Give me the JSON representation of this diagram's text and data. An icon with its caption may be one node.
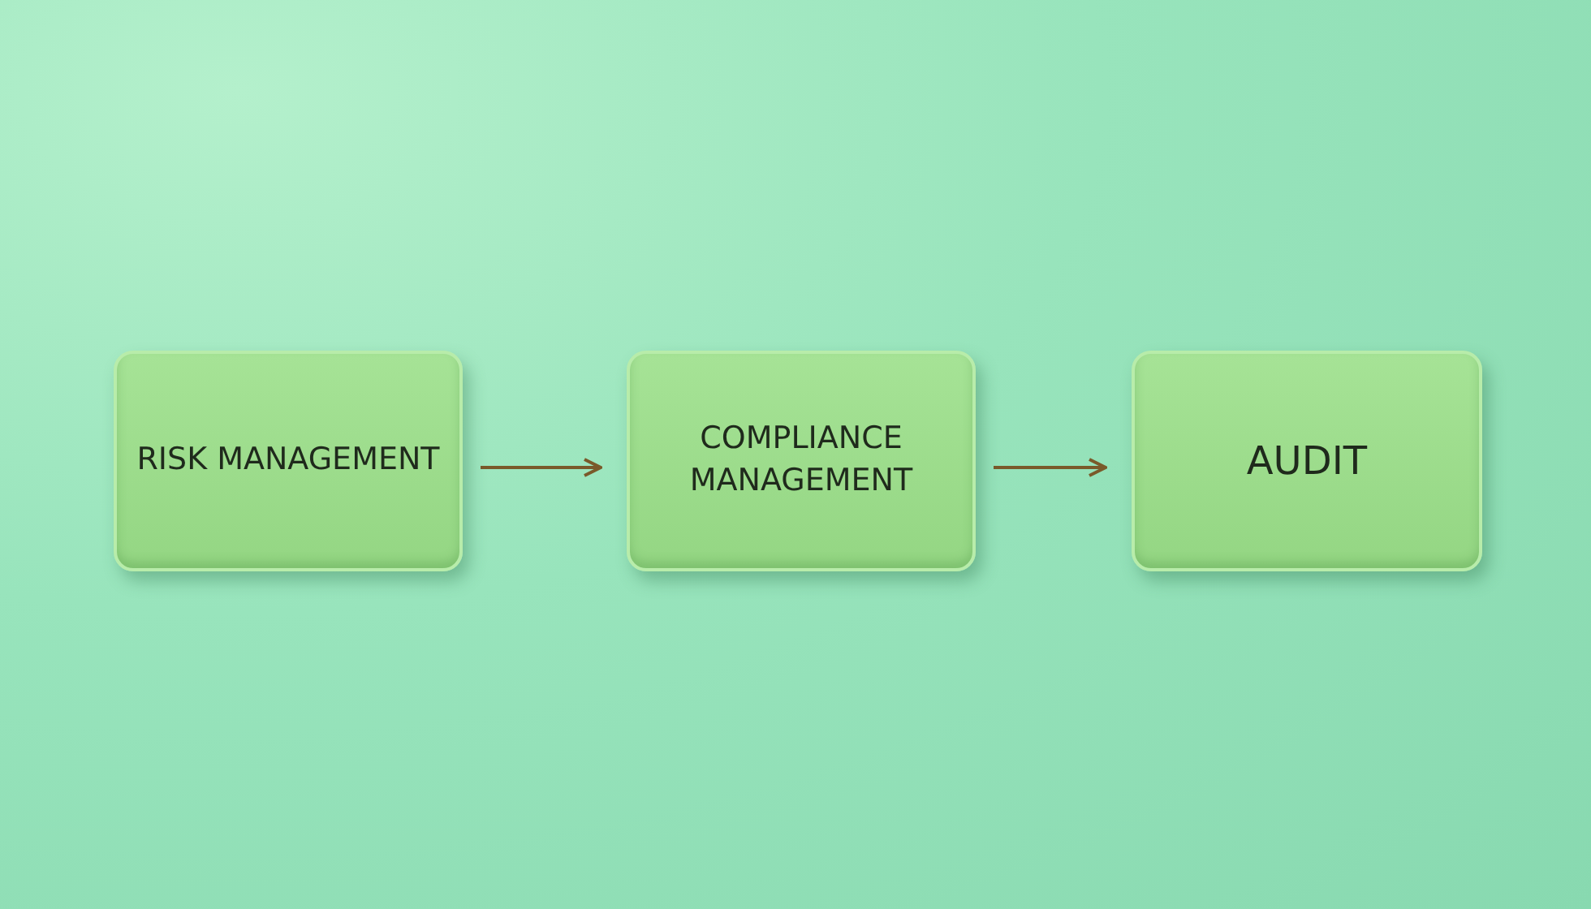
{
  "diagram": {
    "nodes": [
      {
        "text": [
          "RISK MANAGEMENT"
        ]
      },
      {
        "text": [
          "COMPLIANCE MANAGEMENT"
        ]
      },
      {
        "text": [
          "AUDIT"
        ]
      }
    ],
    "edges": [
      {
        "from": 0,
        "to": 1,
        "arrow": "to"
      },
      {
        "from": 1,
        "to": 2,
        "arrow": "to"
      }
    ]
  }
}
